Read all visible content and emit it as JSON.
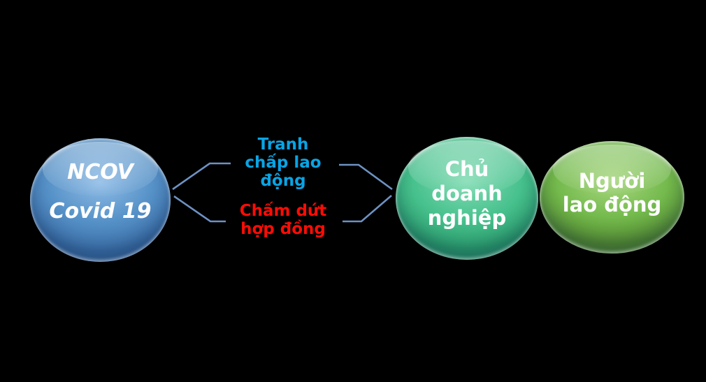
{
  "canvas": {
    "background": "#000000"
  },
  "nodes": {
    "ncov": {
      "lines": [
        "NCOV",
        "Covid 19"
      ],
      "fill": "#5591c7",
      "text_color": "#ffffff"
    },
    "business_owner": {
      "lines": [
        "Chủ",
        "doanh",
        "nghiệp"
      ],
      "fill": "#47c18d",
      "text_color": "#ffffff"
    },
    "employee": {
      "lines": [
        "Người",
        "lao động"
      ],
      "fill": "#74ba4d",
      "text_color": "#ffffff"
    }
  },
  "edge_labels": {
    "labor_dispute": {
      "lines": [
        "Tranh",
        "chấp lao",
        "động"
      ],
      "color": "#09a4e4"
    },
    "contract_termination": {
      "lines": [
        "Chấm dứt",
        "hợp đồng"
      ],
      "color": "#f80d05"
    }
  },
  "connectors": {
    "color": "#6d92c3"
  }
}
